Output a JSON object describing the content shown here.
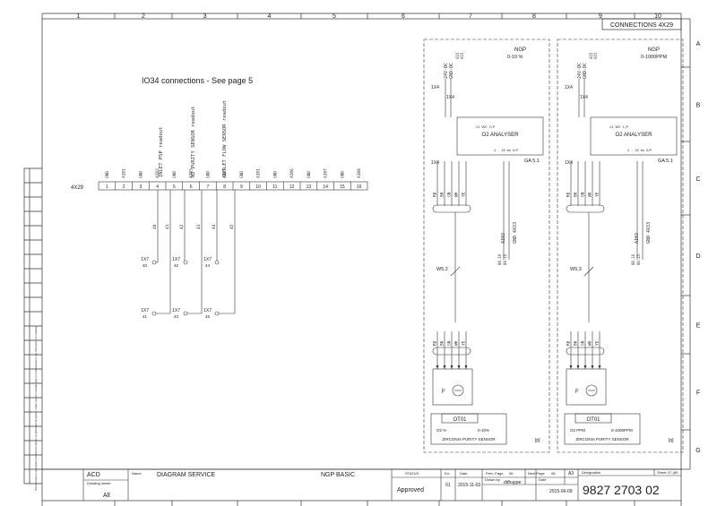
{
  "frame": {
    "columns": [
      "1",
      "2",
      "3",
      "4",
      "5",
      "6",
      "7",
      "8",
      "9",
      "10"
    ],
    "rows": [
      "A",
      "B",
      "C",
      "D",
      "E",
      "F",
      "G"
    ],
    "page_title": "CONNECTIONS 4X29"
  },
  "io_note": "IO34 connections - See page 5",
  "terminal_strip": {
    "name": "4X29",
    "numbers": [
      "1",
      "2",
      "3",
      "4",
      "5",
      "6",
      "7",
      "8",
      "9",
      "10",
      "11",
      "12",
      "13",
      "14",
      "15",
      "16"
    ],
    "signals": [
      "GND",
      "AI01",
      "GND",
      "AI02",
      "GND",
      "AI03",
      "GND",
      "AI05",
      "GND",
      "AI01",
      "GND",
      "AI06",
      "GND",
      "AI07",
      "GND",
      "AI08"
    ],
    "vertical_labels": [
      "INLET PSP readout",
      "N2 PURITY SENSOR readout",
      "OUTLET FLOW SENSOR readout"
    ]
  },
  "wire_numbers": [
    "40",
    "41",
    "42",
    "43",
    "44",
    "45"
  ],
  "relays": [
    {
      "tag": "1X7",
      "num": "40"
    },
    {
      "tag": "1X7",
      "num": "41"
    },
    {
      "tag": "1X7",
      "num": "42"
    },
    {
      "tag": "1X7",
      "num": "43"
    },
    {
      "tag": "1X7",
      "num": "44"
    },
    {
      "tag": "1X7",
      "num": "45"
    }
  ],
  "analysers": [
    {
      "box_title": "NGP",
      "range": "0-10 %",
      "analyser": "O2 ANALYSER",
      "power": "24 VDC I/P",
      "output": "4 - 20 mA O/P",
      "ref": "GA 5.1",
      "supply": [
        "24V-DC",
        "GND-DC"
      ],
      "supply_nums": [
        "015",
        "015"
      ],
      "tag_top": "1X4",
      "tag_mid": "1X4",
      "cable": "W5.2",
      "conductors": [
        "RD",
        "BK",
        "GN",
        "WH",
        "YE"
      ],
      "output_tags": [
        "AI03",
        "GND 4X33"
      ],
      "output_nums": [
        "88.10",
        "88.15"
      ],
      "sensor_letter": "F",
      "sensor_id": "OT01",
      "sensor_range_a": "O2 %",
      "sensor_range_b": "0-10%",
      "sensor_name": "ZIRCONIA PURITY SENSOR",
      "sub_ref": "[p]"
    },
    {
      "box_title": "NGP",
      "range": "0-1000PPM",
      "analyser": "O2 ANALYSER",
      "power": "24 VDC I/P",
      "output": "4 - 20 mA O/P",
      "ref": "GA 5.1",
      "supply": [
        "24V-DC",
        "GND-DC"
      ],
      "supply_nums": [
        "015",
        "015"
      ],
      "tag_top": "1X4",
      "tag_mid": "1X4",
      "cable": "W5.3",
      "conductors": [
        "RD",
        "BK",
        "GN",
        "WH",
        "YE"
      ],
      "output_tags": [
        "AI03",
        "GND 4X33"
      ],
      "output_nums": [
        "88.10",
        "88.15"
      ],
      "sensor_letter": "F",
      "sensor_id": "OT01",
      "sensor_range_a": "O2 PPM",
      "sensor_range_b": "0-1000PPM",
      "sensor_name": "ZIRCONIA PURITY SENSOR",
      "sub_ref": "[q]"
    }
  ],
  "title_block": {
    "company": "ACD",
    "drawing_owner_label": "Drawing owner",
    "drawing_owner": "All",
    "name_label": "Name",
    "name": "DIAGRAM SERVICE",
    "project": "NGP BASIC",
    "status_label": "STATUS",
    "status": "Approved",
    "ed_label": "Ed.",
    "ed": "01",
    "date_label": "Date",
    "date": "2015-11-03",
    "prev_label": "Prev. Page",
    "prev": "06",
    "next_label": "Next Page",
    "next": "08",
    "format": "A3",
    "drawn_label": "Drawn by",
    "drawn": "ddhuppe",
    "date2_label": "Date",
    "date2": "2015-06-09",
    "designation_label": "Designation",
    "designation": "9827 2703 02",
    "sheet_label": "Sheet",
    "sheet": "07 (80"
  },
  "copyright_note": "This document is our property and shall not without our permission be altered, copied, used for manufacturing or communicated to any other person or company."
}
